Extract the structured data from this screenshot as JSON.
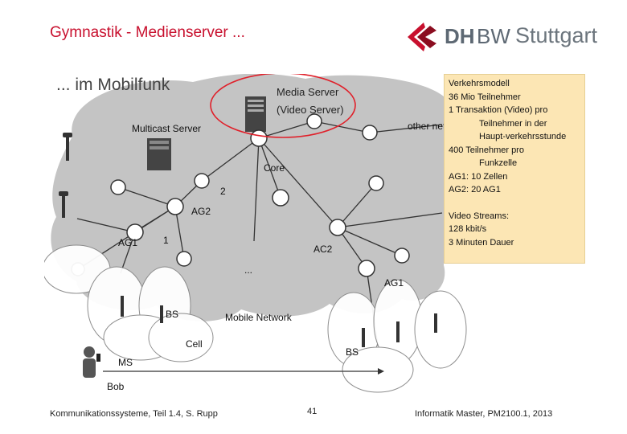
{
  "slide": {
    "title": "Gymnastik - Medienserver ...",
    "heading": "... im Mobilfunk",
    "logo": {
      "dh": "DH",
      "bw": "BW",
      "city": "Stuttgart"
    }
  },
  "diagram": {
    "media_server_line1": "Media  Server",
    "media_server_line2": "(Video Server)",
    "labels": {
      "multicast_server": "Multicast Server",
      "other_network": "other netw",
      "core": "Core",
      "num2": "2",
      "num1": "1",
      "ag2": "AG2",
      "ag1_left": "AG1",
      "ac2": "AC2",
      "ag1_right": "AG1",
      "dots": "...",
      "bs_left": "BS",
      "bs_right": "BS",
      "mobile_network": "Mobile Network",
      "cell": "Cell",
      "ms": "MS",
      "bob": "Bob"
    }
  },
  "info_box": {
    "lines": [
      "Verkehrsmodell",
      "36 Mio Teilnehmer",
      "1 Transaktion (Video) pro",
      "Teilnehmer in der",
      "Haupt-verkehrsstunde",
      "400 Teilnehmer pro",
      "Funkzelle",
      "AG1: 10 Zellen",
      "AG2: 20 AG1",
      "Video Streams:",
      "128 kbit/s",
      "3 Minuten Dauer"
    ]
  },
  "footer": {
    "left": "Kommunikationssysteme, Teil 1.4, S. Rupp",
    "page": "41",
    "right": "Informatik Master, PM2100.1, 2013"
  },
  "colors": {
    "title": "#c8102e",
    "highlight_ellipse": "#e0202a",
    "info_box_bg": "#fce6b4",
    "cloud": "#c2c2c2"
  }
}
